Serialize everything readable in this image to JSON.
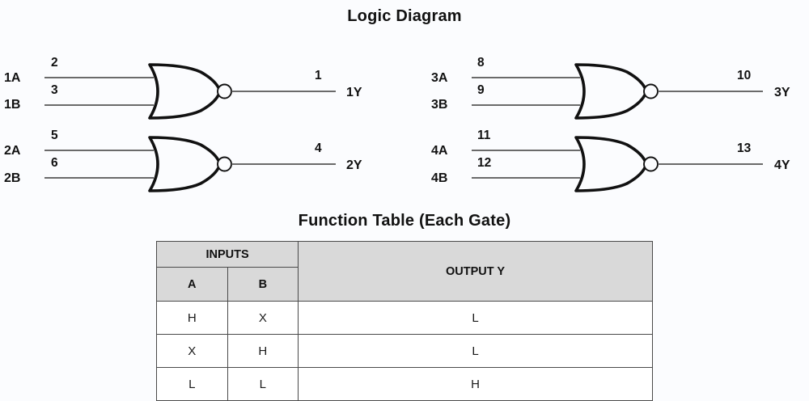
{
  "diagram": {
    "title": "Logic Diagram",
    "gate_type": "nor-gate",
    "gates": [
      {
        "id": "gate-1",
        "input_a_label": "1A",
        "input_b_label": "1B",
        "input_a_pin": "2",
        "input_b_pin": "3",
        "output_label": "1Y",
        "output_pin": "1"
      },
      {
        "id": "gate-2",
        "input_a_label": "2A",
        "input_b_label": "2B",
        "input_a_pin": "5",
        "input_b_pin": "6",
        "output_label": "2Y",
        "output_pin": "4"
      },
      {
        "id": "gate-3",
        "input_a_label": "3A",
        "input_b_label": "3B",
        "input_a_pin": "8",
        "input_b_pin": "9",
        "output_label": "3Y",
        "output_pin": "10"
      },
      {
        "id": "gate-4",
        "input_a_label": "4A",
        "input_b_label": "4B",
        "input_a_pin": "11",
        "input_b_pin": "12",
        "output_label": "4Y",
        "output_pin": "13"
      }
    ]
  },
  "function_table": {
    "title": "Function Table (Each Gate)",
    "group_header_inputs": "INPUTS",
    "group_header_output": "OUTPUT Y",
    "sub_header_a": "A",
    "sub_header_b": "B",
    "rows": [
      {
        "a": "H",
        "b": "X",
        "y": "L"
      },
      {
        "a": "X",
        "b": "H",
        "y": "L"
      },
      {
        "a": "L",
        "b": "L",
        "y": "H"
      }
    ]
  },
  "colors": {
    "background": "#fbfcfe",
    "ink": "#111111",
    "wire": "#555555",
    "header_fill": "#d9d9d9",
    "border": "#4a4a4a"
  }
}
